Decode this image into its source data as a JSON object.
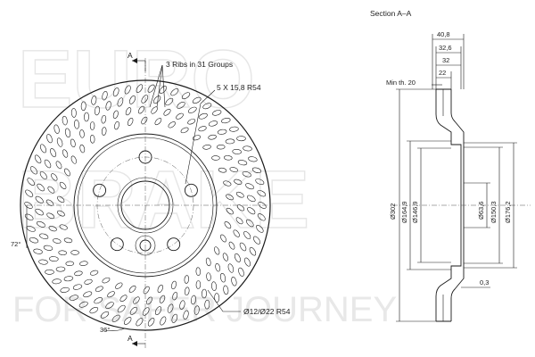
{
  "watermark": {
    "line1": "EURO",
    "line2": "BRAKE",
    "tagline": "FOR SAFER JOURNEY"
  },
  "front_view": {
    "section_marker": "A",
    "ribs_note": "3 Ribs in 31 Groups",
    "bolt_note": "5 X 15,8  R54",
    "hole_note": "Ø12/Ø22 R54",
    "angle_left": "72°",
    "angle_bottom": "36°"
  },
  "section_view": {
    "title": "Section A–A",
    "min_thickness": "Min th. 20",
    "top_dims": [
      "40,8",
      "32,6",
      "32",
      "22"
    ],
    "left_dims": [
      "Ø302",
      "Ø164,9",
      "Ø146,9"
    ],
    "right_dims": [
      "Ø63,6",
      "Ø150,3",
      "Ø176,2"
    ],
    "bottom_dim": "0,3"
  }
}
